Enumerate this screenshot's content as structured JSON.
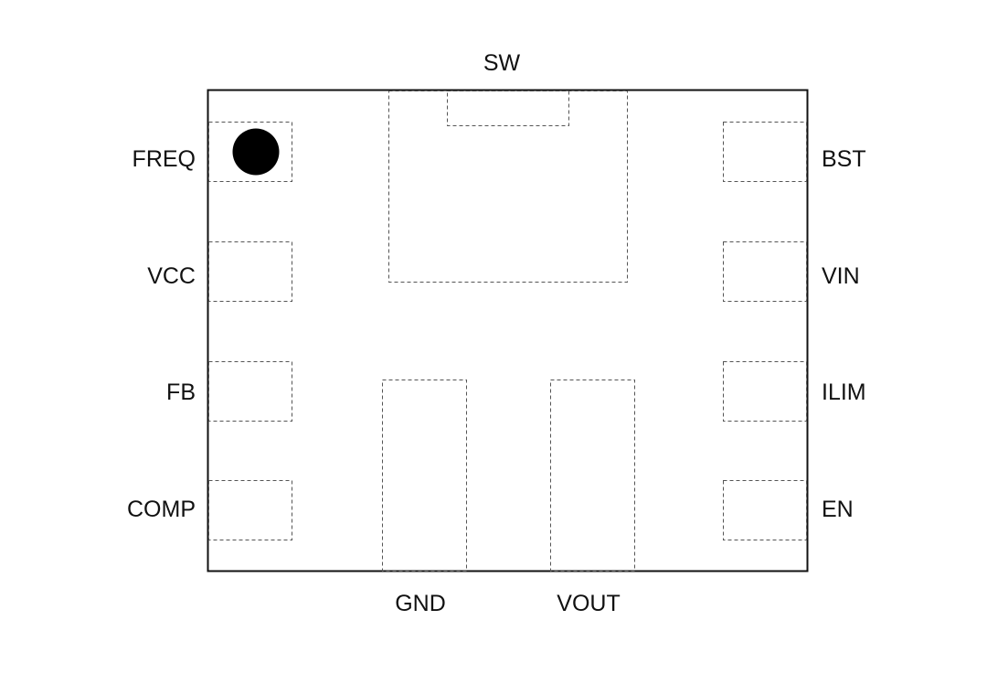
{
  "diagram": {
    "type": "ic-package-pinout",
    "colors": {
      "outline": "#111111",
      "pad": "#555555",
      "text": "#111111",
      "pin1_marker": "#000000",
      "background": "#ffffff"
    },
    "pins": {
      "top": [
        {
          "name": "SW"
        }
      ],
      "left": [
        {
          "name": "FREQ"
        },
        {
          "name": "VCC"
        },
        {
          "name": "FB"
        },
        {
          "name": "COMP"
        }
      ],
      "right": [
        {
          "name": "BST"
        },
        {
          "name": "VIN"
        },
        {
          "name": "ILIM"
        },
        {
          "name": "EN"
        }
      ],
      "bottom": [
        {
          "name": "GND"
        },
        {
          "name": "VOUT"
        }
      ]
    },
    "pin1_marker_pin": "FREQ"
  }
}
